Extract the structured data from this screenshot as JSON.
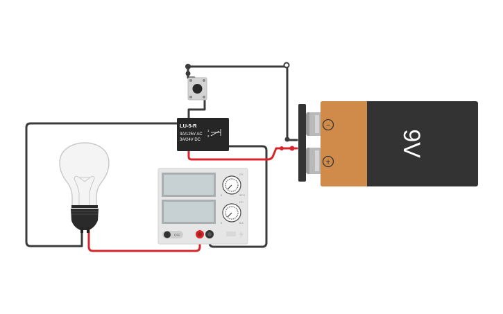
{
  "relay": {
    "model": "LU-5-R",
    "rating_ac": "3A/125V AC",
    "rating_dc": "3A/24V  DC",
    "pin_1": "1",
    "pin_2": "2"
  },
  "battery": {
    "voltage_label": "9V",
    "negative_symbol": "−",
    "positive_symbol": "+"
  },
  "power_supply": {
    "dial1_label": "CV",
    "dial1_max": "30 V",
    "dial1_min": "0",
    "dial2_label": "CC",
    "dial2_max": "5 A",
    "dial2_min": "0",
    "switch_label": "OFF"
  },
  "colors": {
    "wire_black": "#3b3b3b",
    "wire_red": "#d6262b",
    "battery_body": "#333333",
    "battery_orange": "#d08a4a",
    "relay_body": "#262626",
    "supply_body": "#e6e6e6",
    "display_face": "#c7d0d3"
  }
}
